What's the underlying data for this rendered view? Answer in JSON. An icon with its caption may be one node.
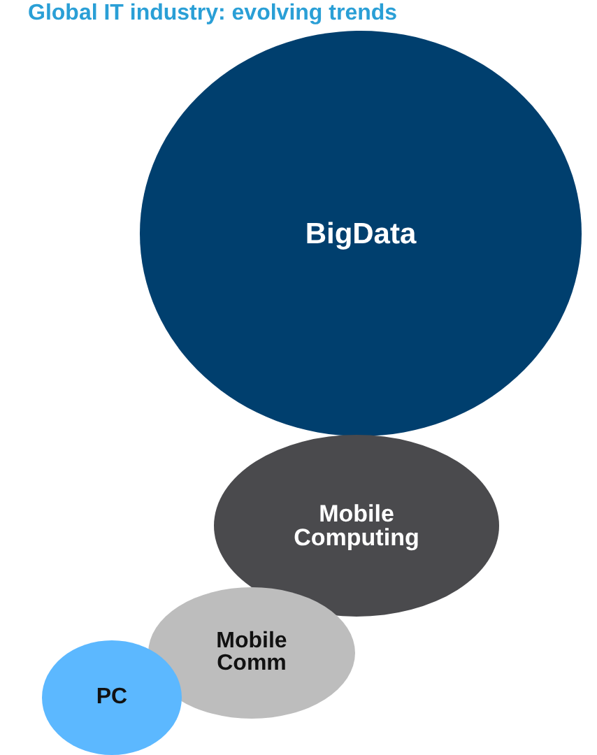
{
  "diagram": {
    "title": "Global IT industry: evolving trends",
    "nodes": [
      {
        "text": [
          "BigData"
        ]
      },
      {
        "text": [
          "Mobile Computing"
        ]
      },
      {
        "text": [
          "Mobile Comm"
        ]
      },
      {
        "text": [
          "PC"
        ]
      }
    ]
  }
}
